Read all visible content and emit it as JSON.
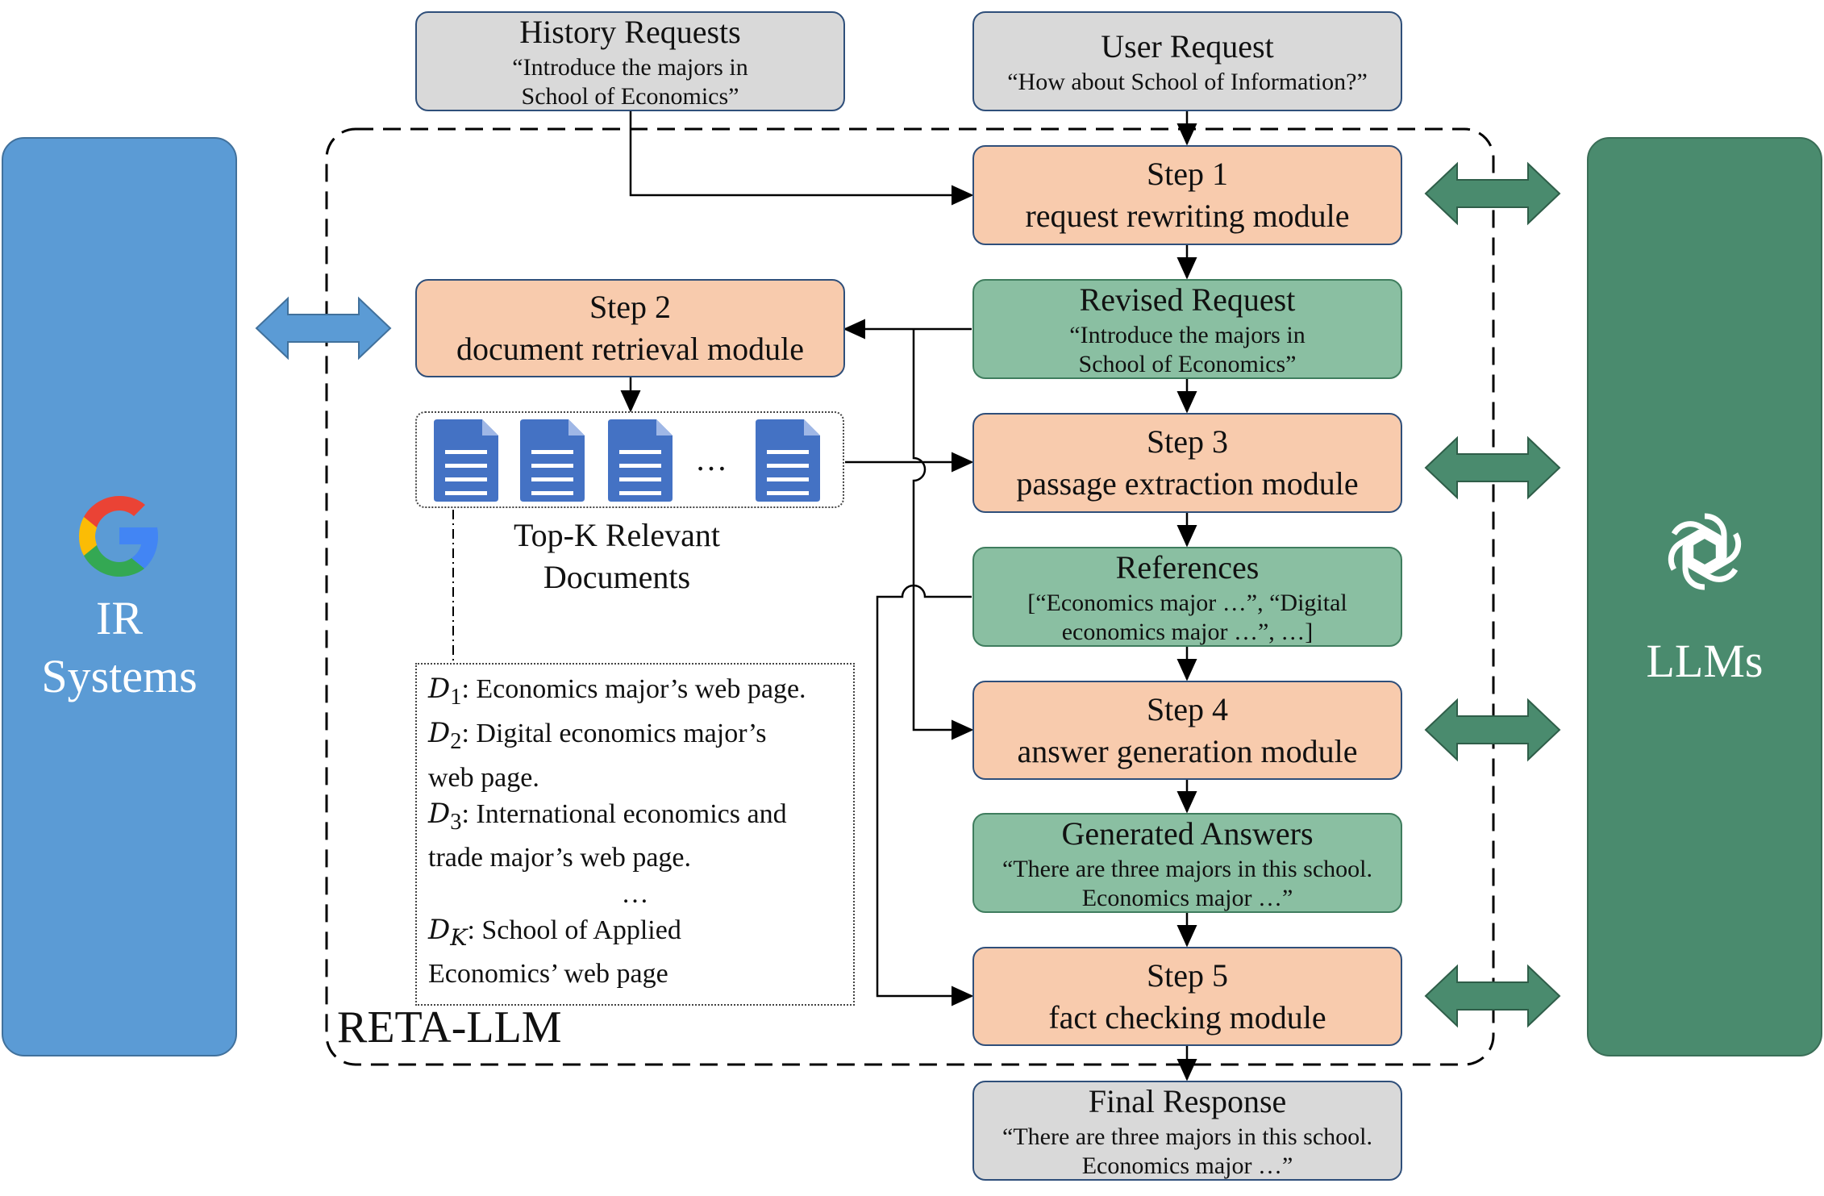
{
  "history": {
    "title": "History Requests",
    "line1": "“Introduce the majors in",
    "line2": "School of Economics”"
  },
  "user": {
    "title": "User Request",
    "line1": "“How about School of Information?”"
  },
  "step1": {
    "title": "Step 1",
    "subtitle": "request rewriting module"
  },
  "step2": {
    "title": "Step 2",
    "subtitle": "document retrieval module"
  },
  "revised": {
    "title": "Revised Request",
    "line1": "“Introduce the majors in",
    "line2": "School of Economics”"
  },
  "step3": {
    "title": "Step 3",
    "subtitle": "passage extraction module"
  },
  "references": {
    "title": "References",
    "line1": "[“Economics major …”, “Digital",
    "line2": "economics major …”, …]"
  },
  "step4": {
    "title": "Step 4",
    "subtitle": "answer generation module"
  },
  "generated": {
    "title": "Generated Answers",
    "line1": "“There are three majors in this school.",
    "line2": "Economics major …”"
  },
  "step5": {
    "title": "Step 5",
    "subtitle": "fact checking module"
  },
  "final": {
    "title": "Final Response",
    "line1": "“There are three majors in this school.",
    "line2": "Economics major …”"
  },
  "ir": {
    "line1": "IR",
    "line2": "Systems"
  },
  "llm": {
    "label": "LLMs"
  },
  "topk": {
    "line1": "Top-K Relevant",
    "line2": "Documents"
  },
  "docs": {
    "ellipsis": "…"
  },
  "doclist": {
    "d1_sub": "1",
    "d1_text": ": Economics major’s web page.",
    "d2_sub": "2",
    "d2_text": ": Digital economics major’s",
    "d2_cont": "web page.",
    "d3_sub": "3",
    "d3_text": ": International economics and",
    "d3_cont": "trade major’s web page.",
    "ellipsis": "…",
    "dk_sub": "K",
    "dk_text": ": School of Applied",
    "dk_cont": "Economics’ web page"
  },
  "reta": {
    "label": "RETA-LLM"
  },
  "colors": {
    "orange": "#f8cbad",
    "green": "#8abfa2",
    "gray": "#d9d9d9",
    "ir_blue": "#5b9bd5",
    "llm_green": "#4a8b6e"
  },
  "icons": {
    "ir": "google-g-icon",
    "llm": "openai-logo-icon",
    "document": "document-icon"
  }
}
